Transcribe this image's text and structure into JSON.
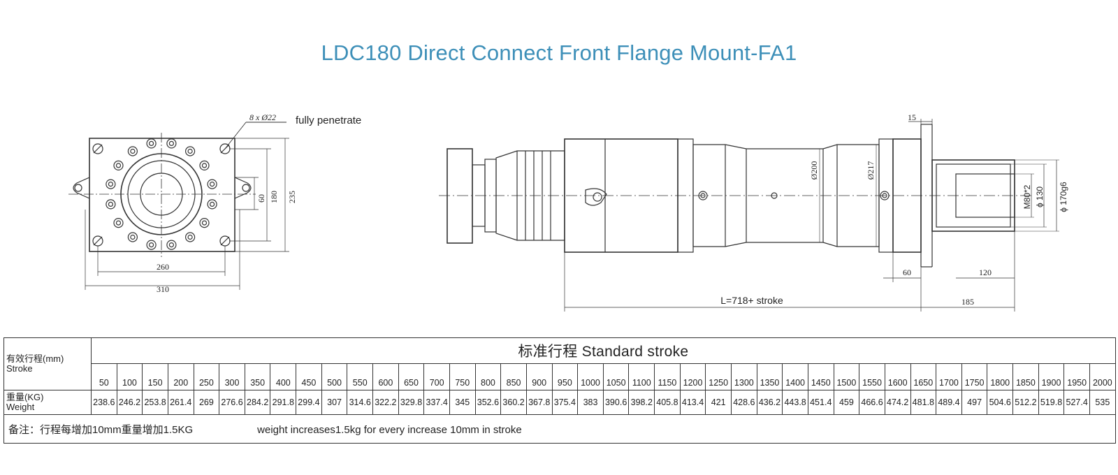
{
  "title": "LDC180 Direct Connect Front Flange Mount-FA1",
  "front_view": {
    "hole_label": "8 x Ø22",
    "hole_note": "fully penetrate",
    "dim_60": "60",
    "dim_180": "180",
    "dim_235": "235",
    "dim_260": "260",
    "dim_310": "310"
  },
  "side_view": {
    "dim_15": "15",
    "dia_200": "Ø200",
    "dia_217": "Ø217",
    "thread": "M80*2",
    "dia_130": "ϕ 130",
    "dia_170": "ϕ 170g6",
    "dim_60": "60",
    "dim_120": "120",
    "dim_185": "185",
    "length": "L=718+ stroke"
  },
  "table": {
    "stroke_label_cn": "有效行程(mm)",
    "stroke_label_en": "Stroke",
    "group_header": "标准行程   Standard stroke",
    "weight_label_cn": "重量(KG)",
    "weight_label_en": "Weight",
    "strokes": [
      "50",
      "100",
      "150",
      "200",
      "250",
      "300",
      "350",
      "400",
      "450",
      "500",
      "550",
      "600",
      "650",
      "700",
      "750",
      "800",
      "850",
      "900",
      "950",
      "1000",
      "1050",
      "1100",
      "1150",
      "1200",
      "1250",
      "1300",
      "1350",
      "1400",
      "1450",
      "1500",
      "1550",
      "1600",
      "1650",
      "1700",
      "1750",
      "1800",
      "1850",
      "1900",
      "1950",
      "2000"
    ],
    "weights": [
      "238.6",
      "246.2",
      "253.8",
      "261.4",
      "269",
      "276.6",
      "284.2",
      "291.8",
      "299.4",
      "307",
      "314.6",
      "322.2",
      "329.8",
      "337.4",
      "345",
      "352.6",
      "360.2",
      "367.8",
      "375.4",
      "383",
      "390.6",
      "398.2",
      "405.8",
      "413.4",
      "421",
      "428.6",
      "436.2",
      "443.8",
      "451.4",
      "459",
      "466.6",
      "474.2",
      "481.8",
      "489.4",
      "497",
      "504.6",
      "512.2",
      "519.8",
      "527.4",
      "535"
    ],
    "note_cn": "备注：行程每增加10mm重量增加1.5KG",
    "note_en": "weight increases1.5kg for every increase 10mm in stroke"
  }
}
